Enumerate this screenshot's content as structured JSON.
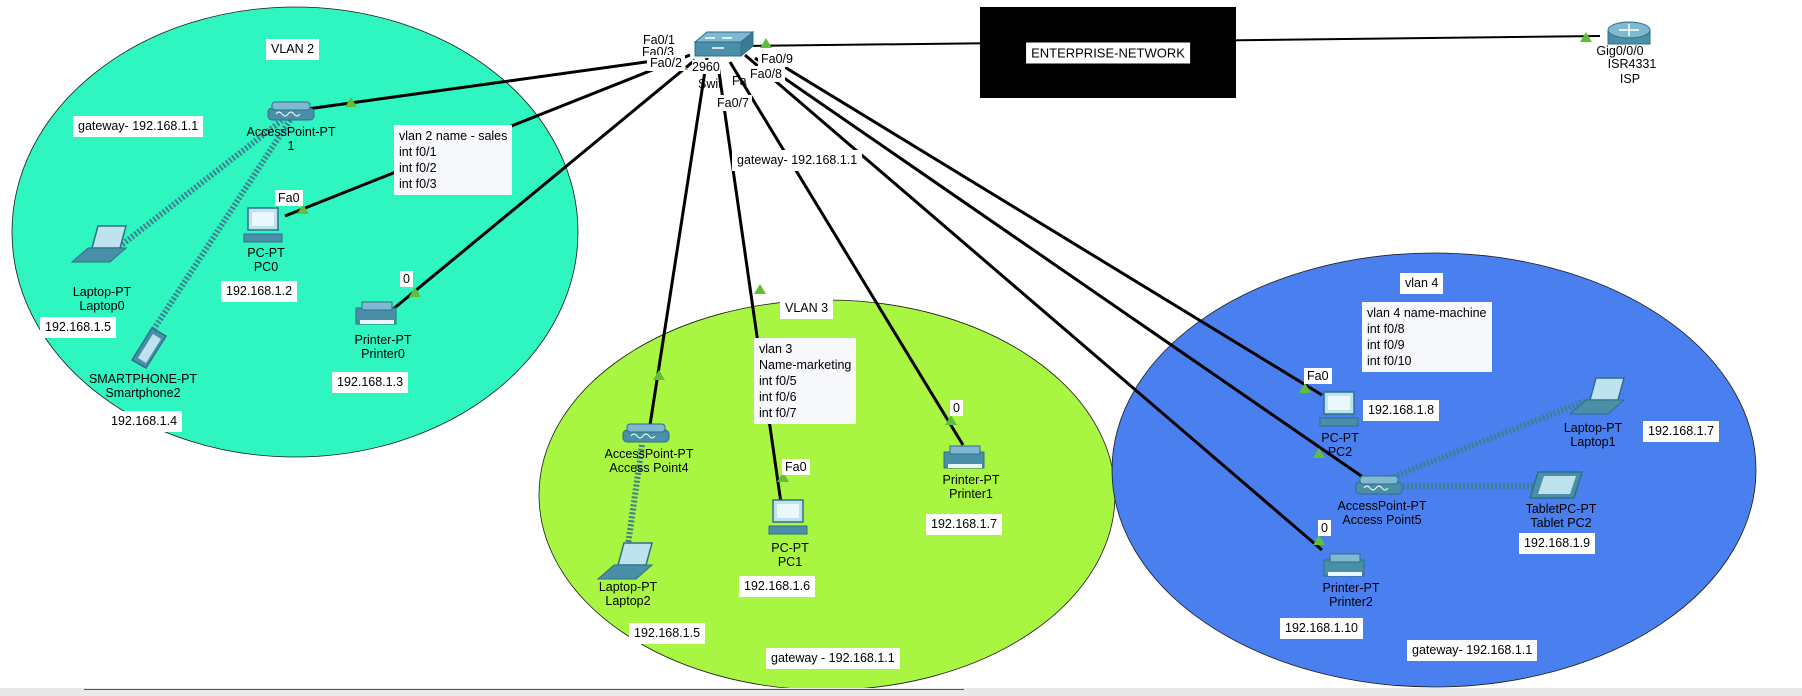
{
  "zones": [
    {
      "id": "vlan2",
      "title": "VLAN 2",
      "color": "#2ff5c0",
      "gateway": "gateway- 192.168.1.1",
      "note": [
        "vlan 2 name - sales",
        "int f0/1",
        "int f0/2",
        "int f0/3"
      ]
    },
    {
      "id": "vlan3",
      "title": "VLAN 3",
      "color": "#a8f542",
      "gateway_top": "gateway- 192.168.1.1",
      "gateway_bottom": "gateway - 192.168.1.1",
      "note": [
        "vlan 3",
        "Name-marketing",
        "int f0/5",
        "int f0/6",
        "int f0/7"
      ]
    },
    {
      "id": "vlan4",
      "title": "vlan 4",
      "color": "#4a7ff0",
      "gateway": "gateway- 192.168.1.1",
      "note": [
        "vlan 4 name-machine",
        "int f0/8",
        "int f0/9",
        "int f0/10"
      ]
    }
  ],
  "enterprise_label": "ENTERPRISE-NETWORK",
  "switch": {
    "type": "2960-",
    "name": "Switch",
    "label_type": "2960",
    "label_name": "Swit"
  },
  "router": {
    "type": "ISR4331",
    "name": "ISP",
    "port": "Gig0/0/0",
    "label_type": "ISR4331"
  },
  "switch_ports": [
    "Fa0/1",
    "Fa0/3",
    "Fa0/2",
    "Fa0/9",
    "Fa0/8",
    "Fa0/7",
    "Fa"
  ],
  "devices": {
    "ap1": {
      "type": "AccessPoint-PT",
      "name": "1"
    },
    "laptop0": {
      "type": "Laptop-PT",
      "name": "Laptop0",
      "ip": "192.168.1.5"
    },
    "pc0": {
      "type": "PC-PT",
      "name": "PC0",
      "ip": "192.168.1.2",
      "port": "Fa0"
    },
    "smartphone2": {
      "type": "SMARTPHONE-PT",
      "name": "Smartphone2",
      "ip": "192.168.1.4"
    },
    "printer0": {
      "type": "Printer-PT",
      "name": "Printer0",
      "ip": "192.168.1.3",
      "port": "0"
    },
    "ap4": {
      "type": "AccessPoint-PT",
      "name": "Access Point4"
    },
    "laptop2": {
      "type": "Laptop-PT",
      "name": "Laptop2",
      "ip": "192.168.1.5"
    },
    "pc1": {
      "type": "PC-PT",
      "name": "PC1",
      "ip": "192.168.1.6",
      "port": "Fa0"
    },
    "printer1": {
      "type": "Printer-PT",
      "name": "Printer1",
      "ip": "192.168.1.7",
      "port": "0"
    },
    "pc2": {
      "type": "PC-PT",
      "name": "PC2",
      "ip": "192.168.1.8",
      "port": "Fa0"
    },
    "ap5": {
      "type": "AccessPoint-PT",
      "name": "Access Point5"
    },
    "laptop1": {
      "type": "Laptop-PT",
      "name": "Laptop1",
      "ip": "192.168.1.7"
    },
    "tablet2": {
      "type": "TabletPC-PT",
      "name": "Tablet PC2",
      "ip": "192.168.1.9"
    },
    "printer2": {
      "type": "Printer-PT",
      "name": "Printer2",
      "ip": "192.168.1.10",
      "port": "0"
    }
  },
  "colors": {
    "link": "#000000",
    "indicator": "#5fbf3a",
    "device": "#4a8fa8",
    "wireless": "#3f7f8f"
  }
}
